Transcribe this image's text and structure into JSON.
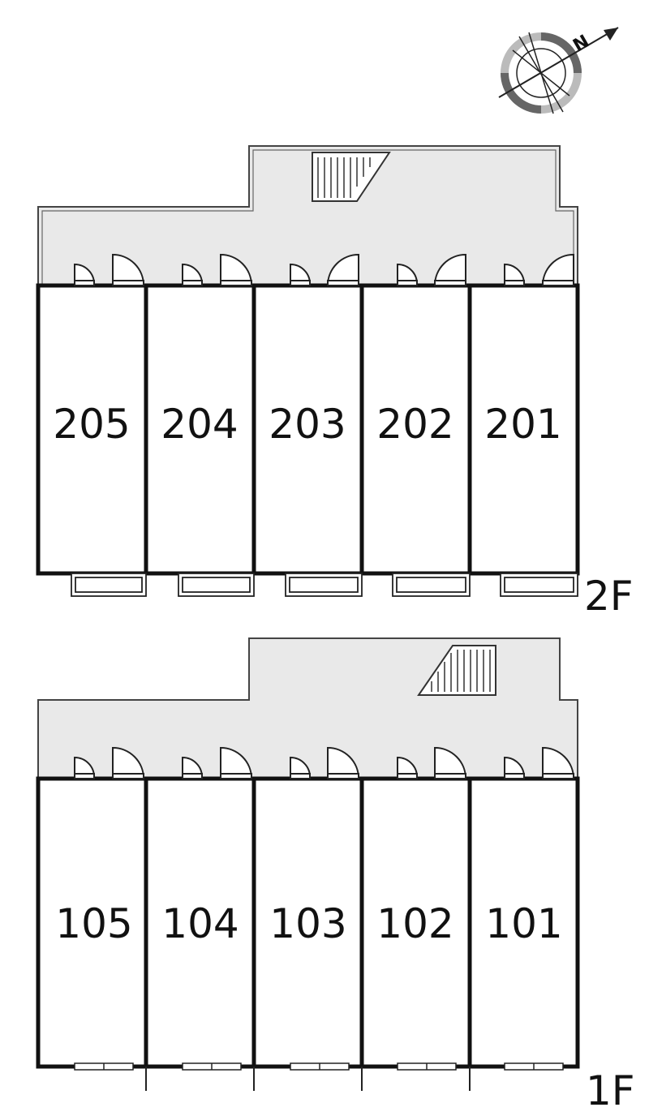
{
  "compass": {
    "icon": "north-compass-icon",
    "letter": "N"
  },
  "floors": [
    {
      "label": "2F",
      "units": [
        "205",
        "204",
        "203",
        "202",
        "201"
      ],
      "stair_icon": "staircase-icon"
    },
    {
      "label": "1F",
      "units": [
        "105",
        "104",
        "103",
        "102",
        "101"
      ],
      "stair_icon": "staircase-icon"
    }
  ],
  "colors": {
    "wall": "#111111",
    "corridor": "#e9e9e9",
    "background": "#ffffff"
  }
}
